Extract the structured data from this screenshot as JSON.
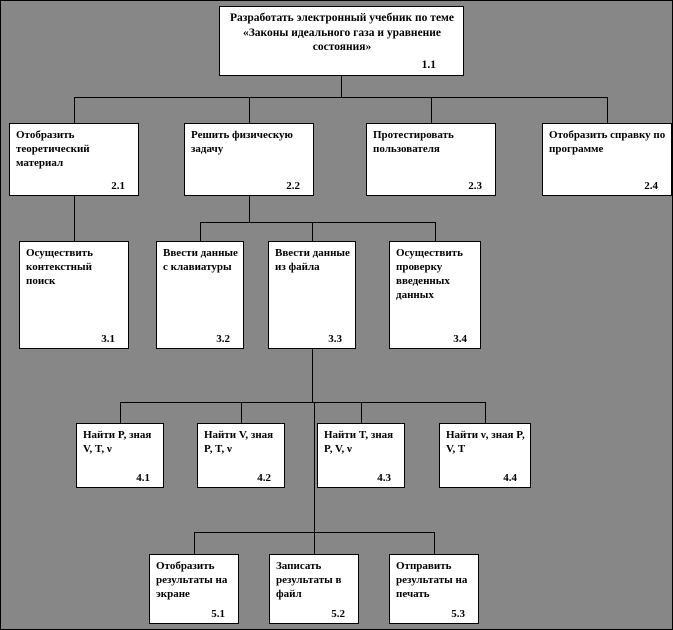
{
  "colors": {
    "background": "#878787",
    "box_fill": "#ffffff",
    "border": "#000000",
    "line": "#000000",
    "text": "#000000"
  },
  "nodes": {
    "n1_1": {
      "num": "1.1",
      "label": "Разработать электронный учебник по теме «Законы идеального газа и уравнение состояния»"
    },
    "n2_1": {
      "num": "2.1",
      "label": "Отобразить теоретический материал"
    },
    "n2_2": {
      "num": "2.2",
      "label": "Решить физическую задачу"
    },
    "n2_3": {
      "num": "2.3",
      "label": "Протестировать пользователя"
    },
    "n2_4": {
      "num": "2.4",
      "label": "Отобразить справку по программе"
    },
    "n3_1": {
      "num": "3.1",
      "label": "Осуществить контекстный поиск"
    },
    "n3_2": {
      "num": "3.2",
      "label": "Ввести данные с клавиатуры"
    },
    "n3_3": {
      "num": "3.3",
      "label": "Ввести данные из файла"
    },
    "n3_4": {
      "num": "3.4",
      "label": "Осуществить проверку введенных данных"
    },
    "n4_1": {
      "num": "4.1",
      "label": "Найти P, зная V, T, ν"
    },
    "n4_2": {
      "num": "4.2",
      "label": "Найти V, зная P, T, ν"
    },
    "n4_3": {
      "num": "4.3",
      "label": "Найти T, зная P, V, ν"
    },
    "n4_4": {
      "num": "4.4",
      "label": "Найти ν, зная P, V, T"
    },
    "n5_1": {
      "num": "5.1",
      "label": "Отобразить результаты на экране"
    },
    "n5_2": {
      "num": "5.2",
      "label": "Записать результаты в файл"
    },
    "n5_3": {
      "num": "5.3",
      "label": "Отправить результаты на печать"
    }
  },
  "hierarchy": [
    {
      "parent": "1.1",
      "children": [
        "2.1",
        "2.2",
        "2.3",
        "2.4"
      ]
    },
    {
      "parent": "2.1",
      "children": [
        "3.1"
      ]
    },
    {
      "parent": "2.2",
      "children": [
        "3.2",
        "3.3",
        "3.4"
      ]
    },
    {
      "parent": "3.3",
      "children": [
        "4.1",
        "4.2",
        "4.3",
        "4.4"
      ]
    },
    {
      "parent": "4.x",
      "children": [
        "5.1",
        "5.2",
        "5.3"
      ]
    }
  ]
}
